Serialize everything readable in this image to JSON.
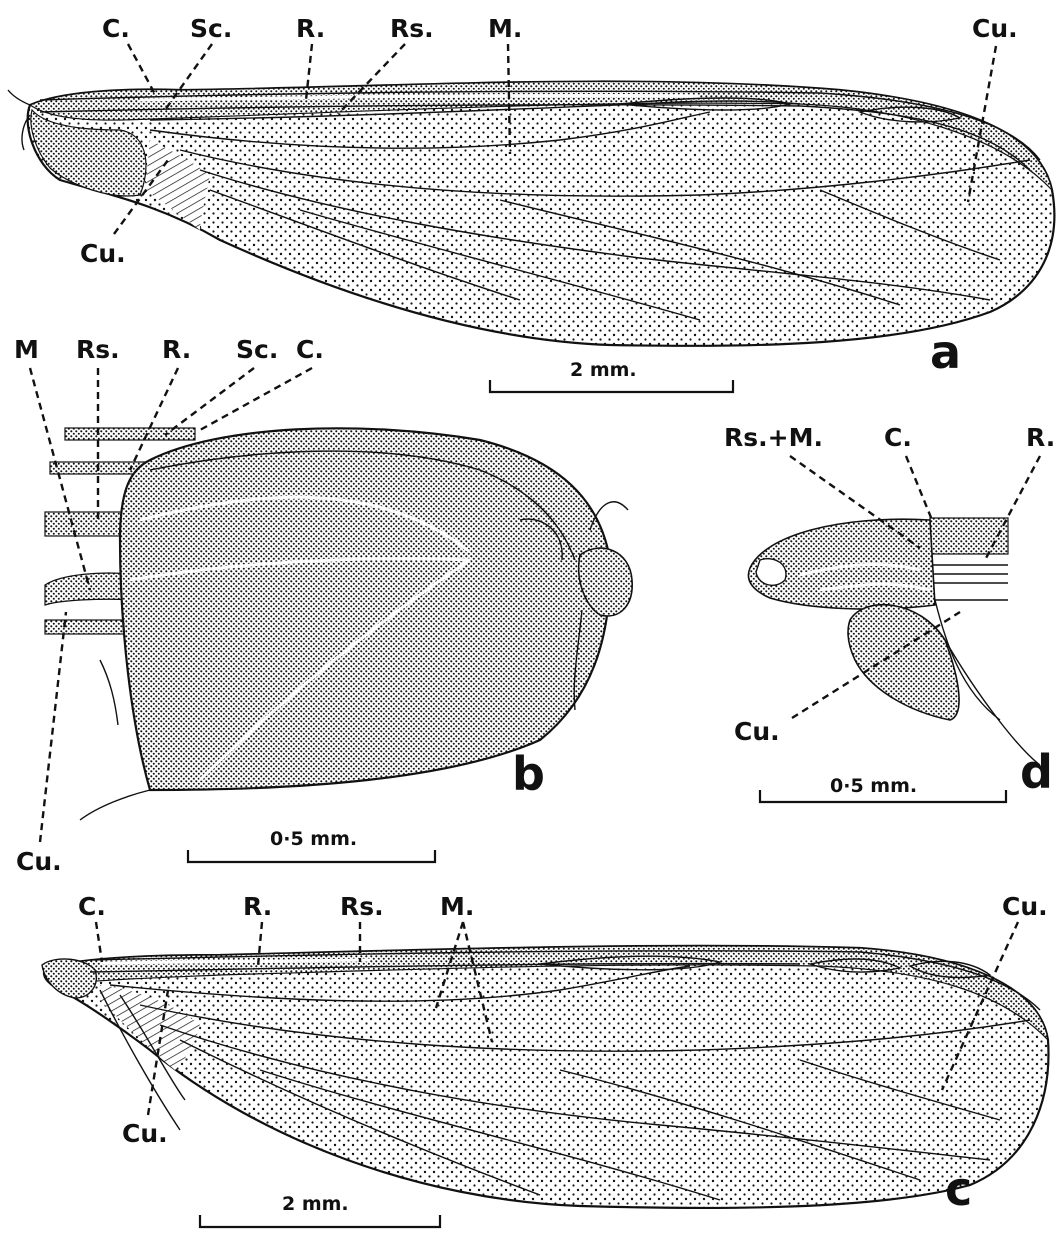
{
  "figure": {
    "panels": {
      "a": {
        "letter": "a",
        "labels": {
          "c": "C.",
          "sc": "Sc.",
          "r": "R.",
          "rs": "Rs.",
          "m": "M.",
          "cu_tip": "Cu.",
          "cu_base": "Cu."
        },
        "scale": "2 mm."
      },
      "b": {
        "letter": "b",
        "labels": {
          "m": "M",
          "rs": "Rs.",
          "r": "R.",
          "sc": "Sc.",
          "c": "C.",
          "cu": "Cu."
        },
        "scale": "0·5 mm."
      },
      "c": {
        "letter": "c",
        "labels": {
          "c": "C.",
          "r": "R.",
          "rs": "Rs.",
          "m": "M.",
          "cu_tip": "Cu.",
          "cu_base": "Cu."
        },
        "scale": "2 mm."
      },
      "d": {
        "letter": "d",
        "labels": {
          "rs_m": "Rs.+M.",
          "c": "C.",
          "r": "R.",
          "cu": "Cu."
        },
        "scale": "0·5 mm."
      }
    }
  }
}
